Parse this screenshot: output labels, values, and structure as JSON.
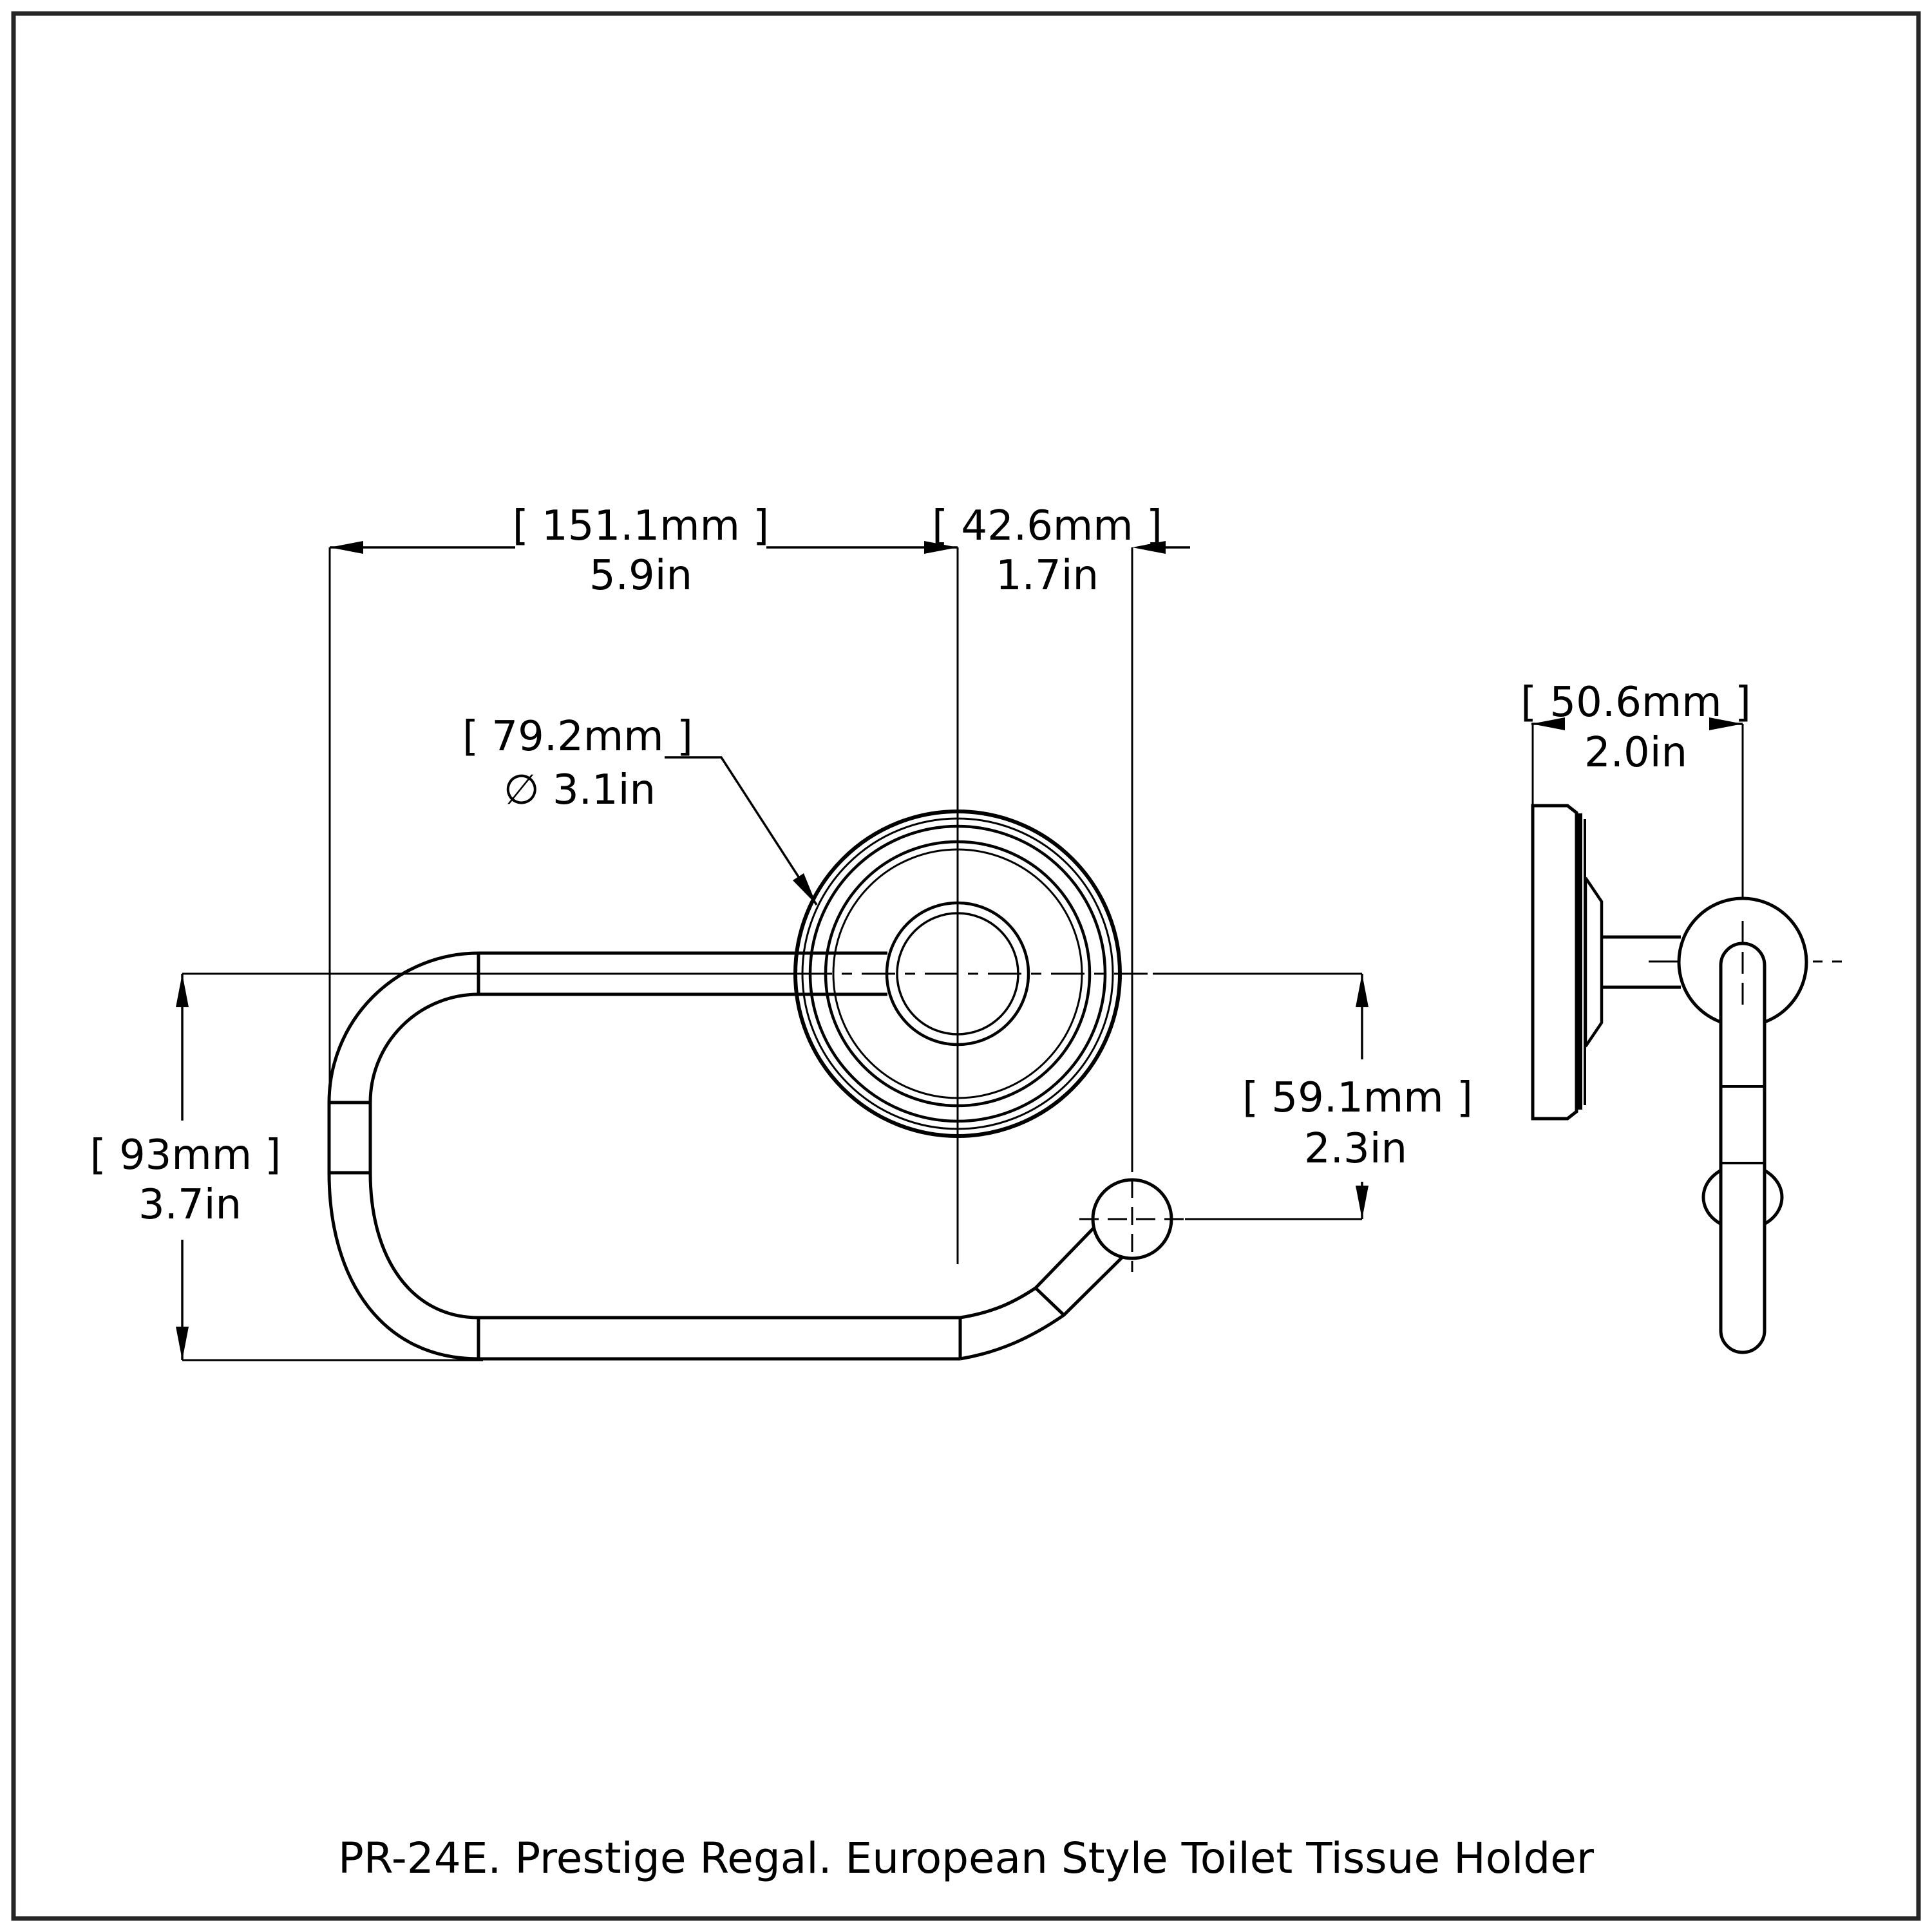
{
  "colors": {
    "line": "#000000",
    "background": "#ffffff",
    "frame": "#262626"
  },
  "caption": "PR-24E. Prestige Regal. European Style Toilet Tissue Holder",
  "front_view": {
    "dim_overall_width": {
      "mm": "[ 151.1mm ]",
      "inch": "5.9in"
    },
    "dim_hook_offset": {
      "mm": "[ 42.6mm ]",
      "inch": "1.7in"
    },
    "dim_flange_diameter": {
      "mm": "[ 79.2mm ]",
      "inch": "∅ 3.1in"
    },
    "dim_overall_height": {
      "mm": "[ 93mm ]",
      "inch": "3.7in"
    },
    "dim_hook_drop": {
      "mm": "[ 59.1mm ]",
      "inch": "2.3in"
    }
  },
  "side_view": {
    "dim_projection_depth": {
      "mm": "[ 50.6mm ]",
      "inch": "2.0in"
    }
  }
}
